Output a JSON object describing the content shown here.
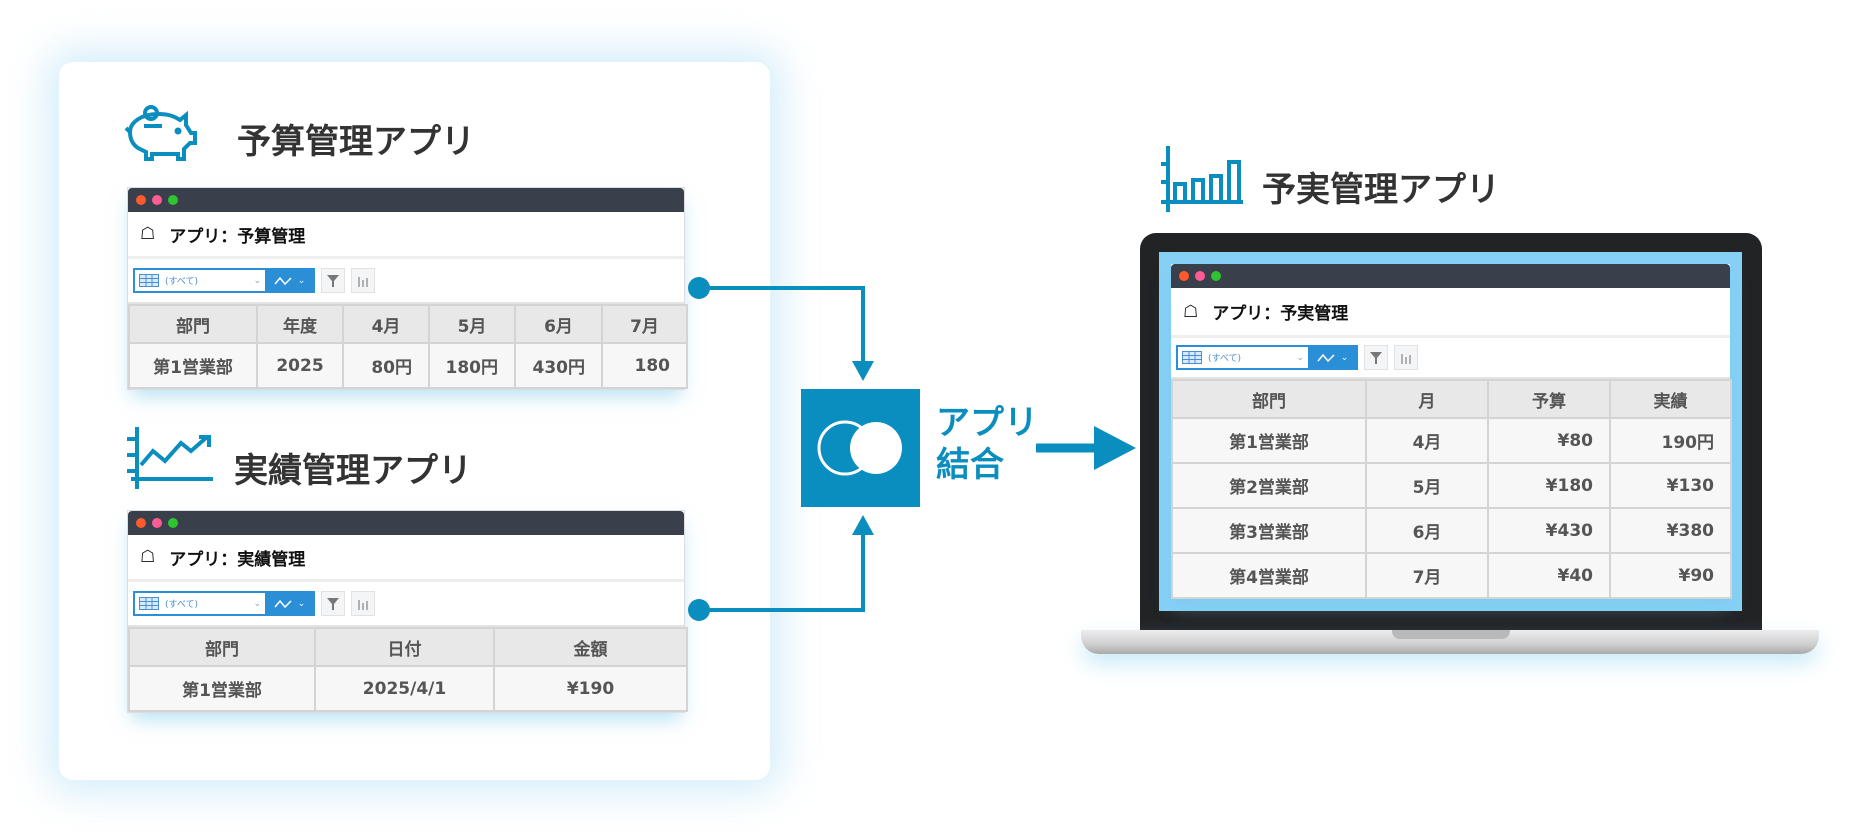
{
  "colors": {
    "accent": "#0a8dbf",
    "titlebar": "#3a3f4c",
    "screen": "#86d0f5"
  },
  "budget_app": {
    "title": "予算管理アプリ",
    "icon": "piggy-bank-icon",
    "window_title": "アプリ：予算管理",
    "view_select": "(すべて)",
    "columns": [
      "部門",
      "年度",
      "4月",
      "5月",
      "6月",
      "7月"
    ],
    "rows": [
      [
        "第1営業部",
        "2025",
        "80円",
        "180円",
        "430円",
        "180"
      ]
    ]
  },
  "actual_app": {
    "title": "実績管理アプリ",
    "icon": "trend-line-chart-icon",
    "window_title": "アプリ：実績管理",
    "view_select": "(すべて)",
    "columns": [
      "部門",
      "日付",
      "金額"
    ],
    "rows": [
      [
        "第1営業部",
        "2025/4/1",
        "¥190"
      ]
    ]
  },
  "merge": {
    "label_line1": "アプリ",
    "label_line2": "結合",
    "icon": "merge-circles-icon"
  },
  "result_app": {
    "title": "予実管理アプリ",
    "icon": "bar-chart-icon",
    "window_title": "アプリ：予実管理",
    "view_select": "(すべて)",
    "columns": [
      "部門",
      "月",
      "予算",
      "実績"
    ],
    "rows": [
      [
        "第1営業部",
        "4月",
        "¥80",
        "190円"
      ],
      [
        "第2営業部",
        "5月",
        "¥180",
        "¥130"
      ],
      [
        "第3営業部",
        "6月",
        "¥430",
        "¥380"
      ],
      [
        "第4営業部",
        "7月",
        "¥40",
        "¥90"
      ]
    ]
  }
}
